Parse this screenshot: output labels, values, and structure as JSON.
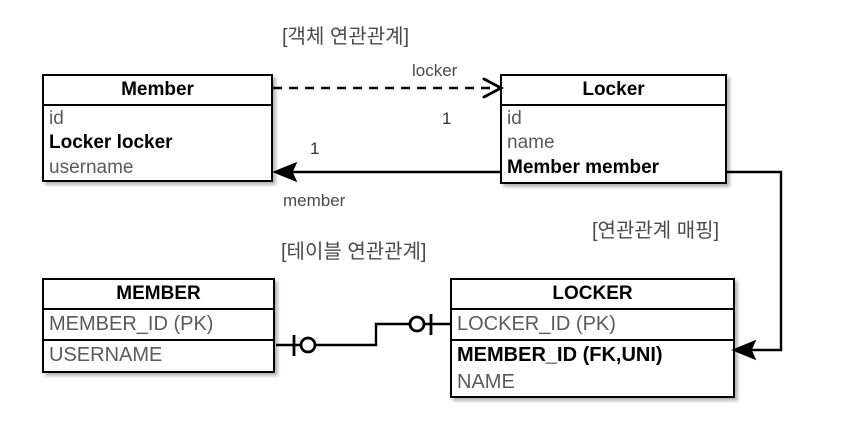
{
  "diagram": {
    "title_object_relation": "[객체 연관관계]",
    "title_table_relation": "[테이블 연관관계]",
    "title_mapping": "[연관관계 매핑]"
  },
  "object_model": {
    "member_class": {
      "name": "Member",
      "attributes": [
        {
          "text": "id",
          "bold": false
        },
        {
          "text": "Locker locker",
          "bold": true
        },
        {
          "text": "username",
          "bold": false
        }
      ]
    },
    "locker_class": {
      "name": "Locker",
      "attributes": [
        {
          "text": "id",
          "bold": false
        },
        {
          "text": "name",
          "bold": false
        },
        {
          "text": "Member member",
          "bold": true
        }
      ]
    },
    "edges": {
      "locker_label": "locker",
      "member_label": "member",
      "cardinality_locker": "1",
      "cardinality_member": "1"
    }
  },
  "table_model": {
    "member_table": {
      "name": "MEMBER",
      "columns": [
        {
          "text": "MEMBER_ID (PK)",
          "bold": false
        },
        {
          "text": "USERNAME",
          "bold": false
        }
      ]
    },
    "locker_table": {
      "name": "LOCKER",
      "columns": [
        {
          "text": "LOCKER_ID (PK)",
          "bold": false
        },
        {
          "text": "MEMBER_ID (FK,UNI)",
          "bold": true
        },
        {
          "text": "NAME",
          "bold": false
        }
      ]
    }
  },
  "colors": {
    "stroke": "#000000",
    "attr_text": "#5a5a5a",
    "label_text": "#4a4a4a",
    "background": "#ffffff"
  }
}
